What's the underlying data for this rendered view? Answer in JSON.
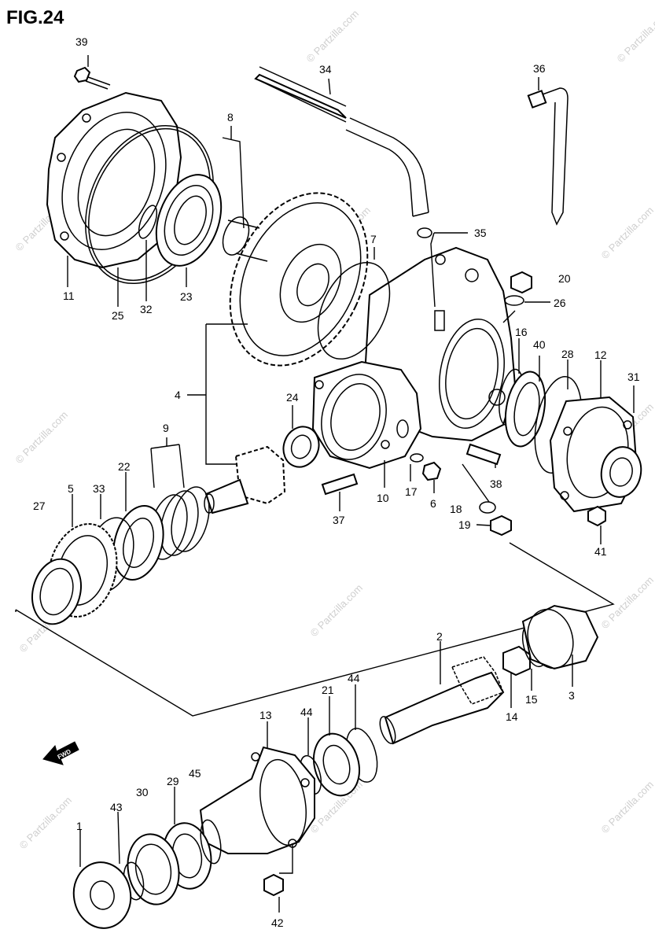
{
  "figure": {
    "title": "FIG.24"
  },
  "direction": {
    "label": "FWD"
  },
  "watermark": "© Partzilla.com",
  "callouts": [
    {
      "id": "c1",
      "text": "1"
    },
    {
      "id": "c2",
      "text": "2"
    },
    {
      "id": "c3",
      "text": "3"
    },
    {
      "id": "c4",
      "text": "4"
    },
    {
      "id": "c5",
      "text": "5"
    },
    {
      "id": "c6",
      "text": "6"
    },
    {
      "id": "c7",
      "text": "7"
    },
    {
      "id": "c8",
      "text": "8"
    },
    {
      "id": "c9",
      "text": "9"
    },
    {
      "id": "c10",
      "text": "10"
    },
    {
      "id": "c11",
      "text": "11"
    },
    {
      "id": "c12",
      "text": "12"
    },
    {
      "id": "c13",
      "text": "13"
    },
    {
      "id": "c14",
      "text": "14"
    },
    {
      "id": "c15",
      "text": "15"
    },
    {
      "id": "c16",
      "text": "16"
    },
    {
      "id": "c17",
      "text": "17"
    },
    {
      "id": "c18",
      "text": "18"
    },
    {
      "id": "c19",
      "text": "19"
    },
    {
      "id": "c20",
      "text": "20"
    },
    {
      "id": "c21",
      "text": "21"
    },
    {
      "id": "c22",
      "text": "22"
    },
    {
      "id": "c23",
      "text": "23"
    },
    {
      "id": "c24",
      "text": "24"
    },
    {
      "id": "c25",
      "text": "25"
    },
    {
      "id": "c26",
      "text": "26"
    },
    {
      "id": "c27",
      "text": "27"
    },
    {
      "id": "c28",
      "text": "28"
    },
    {
      "id": "c29",
      "text": "29"
    },
    {
      "id": "c30",
      "text": "30"
    },
    {
      "id": "c31",
      "text": "31"
    },
    {
      "id": "c32",
      "text": "32"
    },
    {
      "id": "c33",
      "text": "33"
    },
    {
      "id": "c34",
      "text": "34"
    },
    {
      "id": "c35",
      "text": "35"
    },
    {
      "id": "c36",
      "text": "36"
    },
    {
      "id": "c37",
      "text": "37"
    },
    {
      "id": "c38",
      "text": "38"
    },
    {
      "id": "c39",
      "text": "39"
    },
    {
      "id": "c40",
      "text": "40"
    },
    {
      "id": "c41",
      "text": "41"
    },
    {
      "id": "c42",
      "text": "42"
    },
    {
      "id": "c43",
      "text": "43"
    },
    {
      "id": "c44a",
      "text": "44"
    },
    {
      "id": "c44b",
      "text": "44"
    },
    {
      "id": "c45",
      "text": "45"
    }
  ]
}
